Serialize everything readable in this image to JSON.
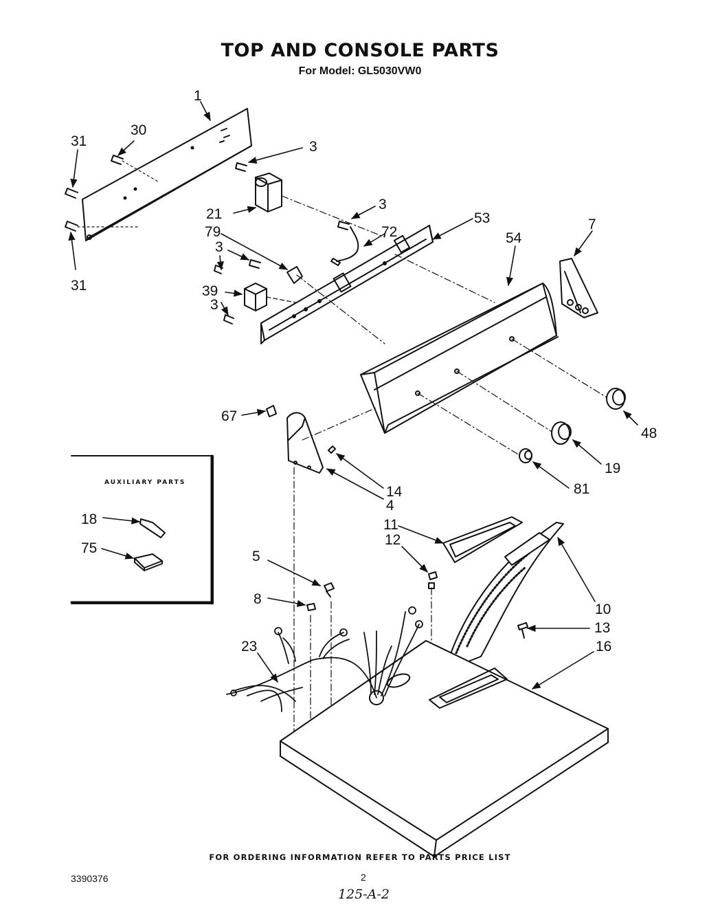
{
  "header": {
    "title": "TOP AND CONSOLE PARTS",
    "subtitle": "For Model: GL5030VW0"
  },
  "callouts": {
    "c1": "1",
    "c30": "30",
    "c31_top": "31",
    "c31_bottom": "31",
    "c3_a": "3",
    "c21": "21",
    "c3_b": "3",
    "c53": "53",
    "c79": "79",
    "c72": "72",
    "c3_c": "3",
    "c54": "54",
    "c7": "7",
    "c39": "39",
    "c3_d": "3",
    "c67": "67",
    "c48": "48",
    "c19": "19",
    "c81": "81",
    "c14": "14",
    "c4": "4",
    "c11": "11",
    "c12": "12",
    "c5": "5",
    "c8": "8",
    "c10": "10",
    "c13": "13",
    "c16": "16",
    "c23": "23"
  },
  "auxiliary": {
    "title": "AUXILIARY PARTS",
    "c18": "18",
    "c75": "75"
  },
  "footer": {
    "ordering_note": "FOR ORDERING INFORMATION REFER TO PARTS PRICE LIST",
    "doc_number": "3390376",
    "page_number": "2",
    "handwritten_code": "125-A-2"
  }
}
